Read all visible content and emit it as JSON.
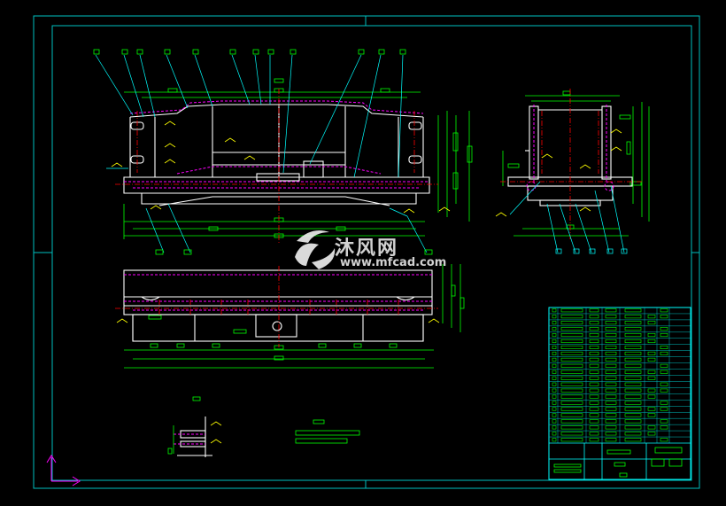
{
  "watermark": {
    "name": "沐风网",
    "url": "www.mfcad.com"
  },
  "colors": {
    "background": "#000000",
    "frame": "#00c0c0",
    "outline": "#ffffff",
    "dimension": "#00ff00",
    "centerline": "#ff0000",
    "hidden": "#ff00ff",
    "leader": "#00ffff",
    "coord_x": "#ff00ff",
    "coord_y": "#ff00ff"
  },
  "views": [
    "front-view",
    "side-view",
    "plan-view",
    "detail-view",
    "title-block"
  ]
}
